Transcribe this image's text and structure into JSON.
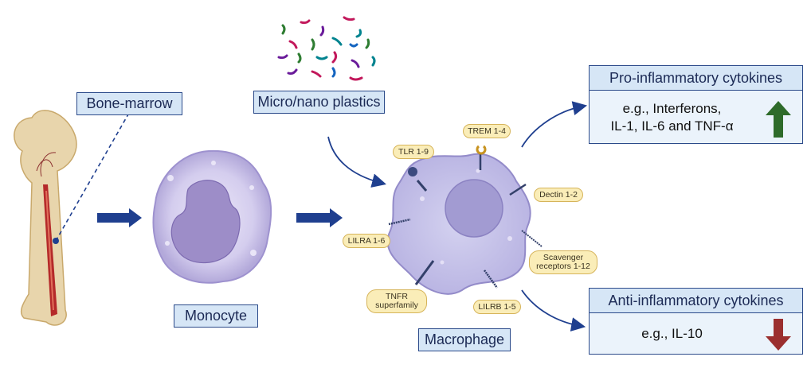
{
  "labels": {
    "bone_marrow": "Bone-marrow",
    "micro_nano_plastics": "Micro/nano plastics",
    "monocyte": "Monocyte",
    "macrophage": "Macrophage"
  },
  "receptors": {
    "trem": "TREM 1-4",
    "tlr": "TLR 1-9",
    "dectin": "Dectin 1-2",
    "lilra": "LILRA 1-6",
    "scavenger_line1": "Scavenger",
    "scavenger_line2": "receptors 1-12",
    "tnfr_line1": "TNFR",
    "tnfr_line2": "superfamily",
    "lilrb": "LILRB 1-5"
  },
  "pro_inflammatory": {
    "title": "Pro-inflammatory cytokines",
    "line1": "e.g., Interferons,",
    "line2": "IL-1, IL-6 and TNF-α",
    "direction": "up",
    "arrow_color": "#2e6b2a"
  },
  "anti_inflammatory": {
    "title": "Anti-inflammatory cytokines",
    "line1": "e.g., IL-10",
    "direction": "down",
    "arrow_color": "#9b2f2f"
  },
  "colors": {
    "box_fill": "#d6e6f6",
    "box_border": "#2b4a8a",
    "arrow_blue": "#1f3f8f",
    "cell_lilac": "#c9c3e6",
    "label_pill": "#faedb8"
  }
}
